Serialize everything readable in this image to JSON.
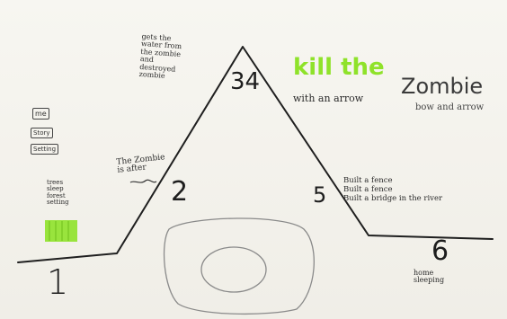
{
  "numbers": {
    "n1": "1",
    "n2": "2",
    "n34": "34",
    "n5": "5",
    "n6": "6"
  },
  "notes": {
    "top_left": "gets the\nwater from\nthe zombie\nand\ndestroyed\nzombie",
    "kill_green": "kill the",
    "kill_rest": "Zombie",
    "with_arrow": "with an arrow",
    "bow": "bow and arrow",
    "zombie_note": "The Zombie\nis after",
    "built": "Built a fence\nBuilt a fence\nBuilt a bridge in the river",
    "bottom_right": "home\nsleeping",
    "left_boxes": [
      "me",
      "Story",
      "Setting"
    ],
    "left_stack": "trees\nsleep\nforest\nsetting"
  },
  "colors": {
    "marker_green": "#8fe22a",
    "ink": "#222222",
    "pencil": "#8a8a8a"
  }
}
